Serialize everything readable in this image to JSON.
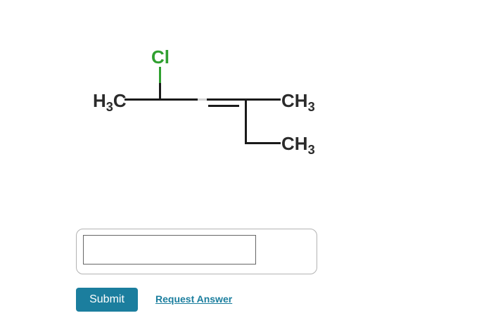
{
  "molecule": {
    "description": "line structure of a chloro-substituted alkene",
    "labels": {
      "left": {
        "pre": "H",
        "sub": "3",
        "post": "C"
      },
      "chlorine": "Cl",
      "right_top": {
        "pre": "CH",
        "sub": "3"
      },
      "right_bottom": {
        "pre": "CH",
        "sub": "3"
      }
    }
  },
  "answer": {
    "input_value": "",
    "submit_label": "Submit",
    "request_answer_label": "Request Answer"
  },
  "colors": {
    "chlorine_green": "#30a030",
    "bond_black": "#1a1a1a",
    "accent_teal": "#1b7e9e",
    "box_border": "#b3b3b3",
    "input_border": "#666666"
  }
}
